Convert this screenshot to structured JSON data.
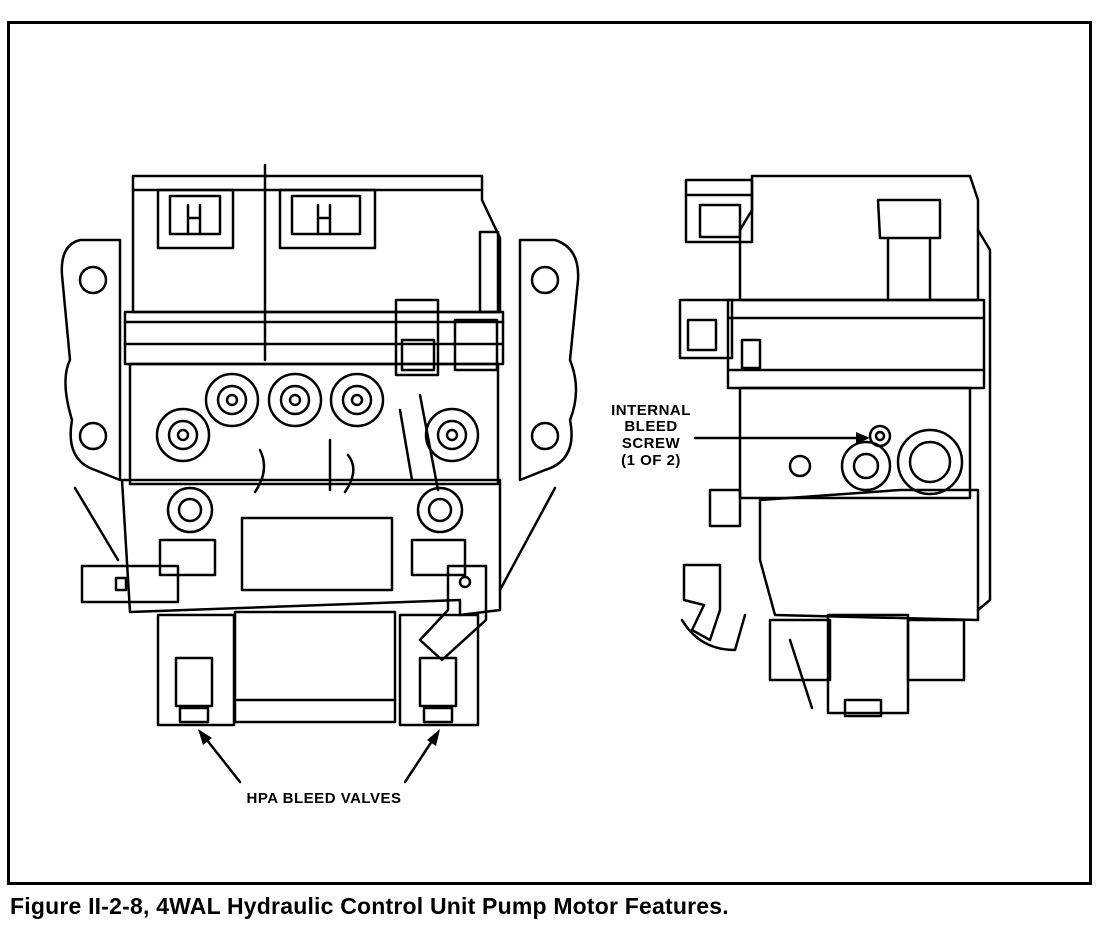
{
  "figure": {
    "caption": "Figure II-2-8, 4WAL Hydraulic Control Unit Pump Motor Features."
  },
  "labels": {
    "internal_bleed_line1": "INTERNAL",
    "internal_bleed_line2": "BLEED",
    "internal_bleed_line3": "SCREW",
    "internal_bleed_line4": "(1 OF 2)",
    "hpa_bleed_valves": "HPA BLEED VALVES"
  },
  "colors": {
    "ink": "#000000",
    "paper": "#ffffff"
  }
}
